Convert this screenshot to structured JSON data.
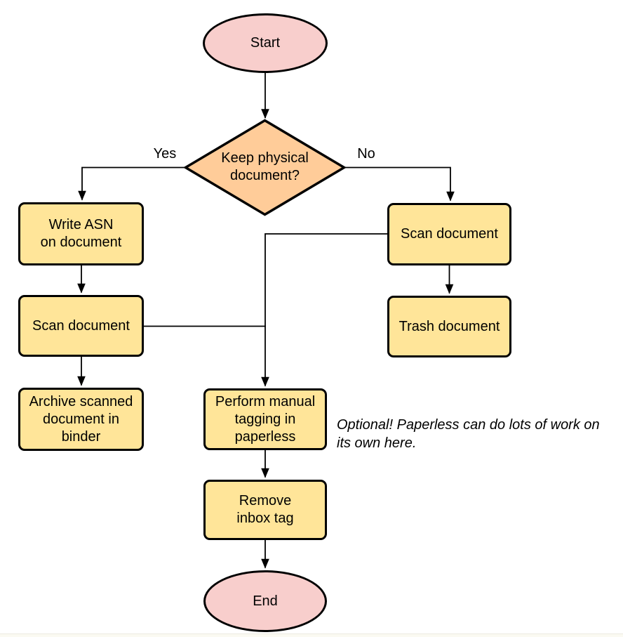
{
  "diagram": {
    "type": "flowchart",
    "nodes": {
      "start": {
        "shape": "terminator",
        "lines": [
          "Start"
        ]
      },
      "decision": {
        "shape": "decision",
        "lines": [
          "Keep physical",
          "document?"
        ]
      },
      "write_asn": {
        "shape": "process",
        "lines": [
          "Write ASN",
          "on document"
        ]
      },
      "scan_left": {
        "shape": "process",
        "lines": [
          "Scan document"
        ]
      },
      "archive": {
        "shape": "process",
        "lines": [
          "Archive scanned",
          "document in",
          "binder"
        ]
      },
      "scan_right": {
        "shape": "process",
        "lines": [
          "Scan document"
        ]
      },
      "trash": {
        "shape": "process",
        "lines": [
          "Trash document"
        ]
      },
      "tagging": {
        "shape": "process",
        "lines": [
          "Perform manual",
          "tagging in",
          "paperless"
        ]
      },
      "remove_inbox": {
        "shape": "process",
        "lines": [
          "Remove",
          "inbox tag"
        ]
      },
      "end": {
        "shape": "terminator",
        "lines": [
          "End"
        ]
      }
    },
    "edge_labels": {
      "yes": "Yes",
      "no": "No"
    },
    "annotation": {
      "lines": [
        "Optional! Paperless can do lots of work on",
        "its own here."
      ]
    },
    "edges": [
      "start -> decision",
      "decision -> write_asn (Yes)",
      "decision -> scan_right (No)",
      "write_asn -> scan_left",
      "scan_left -> archive",
      "scan_right -> trash",
      "scan_right -> tagging",
      "scan_left -> tagging",
      "tagging -> remove_inbox",
      "remove_inbox -> end"
    ],
    "palette": {
      "terminator_fill": "#F8CECC",
      "decision_fill": "#FFCC99",
      "process_fill": "#FFE599",
      "stroke": "#000000",
      "background": "#FFFFFF"
    }
  }
}
